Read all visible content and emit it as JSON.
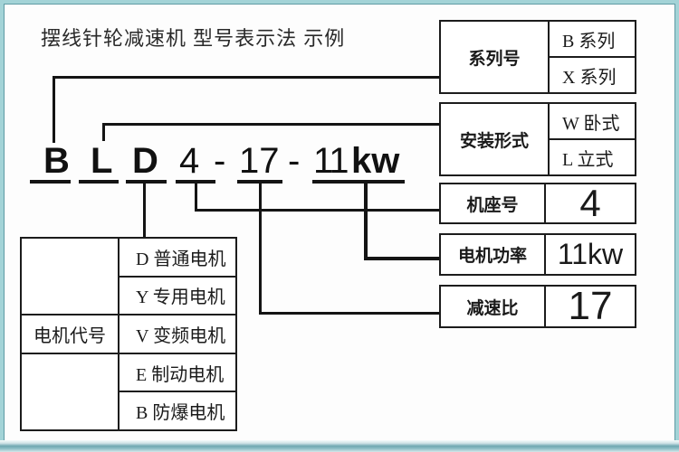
{
  "title": "摆线针轮减速机 型号表示法  示例",
  "model": {
    "segments": [
      "B",
      "L",
      "D",
      "4",
      "-",
      "17",
      "-",
      "11",
      "kw"
    ]
  },
  "tables": [
    {
      "label": "系列号",
      "values": [
        "B 系列",
        "X 系列"
      ]
    },
    {
      "label": "安装形式",
      "values": [
        "W 卧式",
        "L 立式"
      ]
    },
    {
      "label": "机座号",
      "value": "4"
    },
    {
      "label": "电机功率",
      "value": "11kw"
    },
    {
      "label": "减速比",
      "value": "17"
    }
  ],
  "motor_table": {
    "label": "电机代号",
    "rows": [
      "D 普通电机",
      "Y 专用电机",
      "V 变频电机",
      "E 制动电机",
      "B 防爆电机"
    ]
  },
  "colors": {
    "frame_teal": "#a3d3d7",
    "line_black": "#141414"
  }
}
